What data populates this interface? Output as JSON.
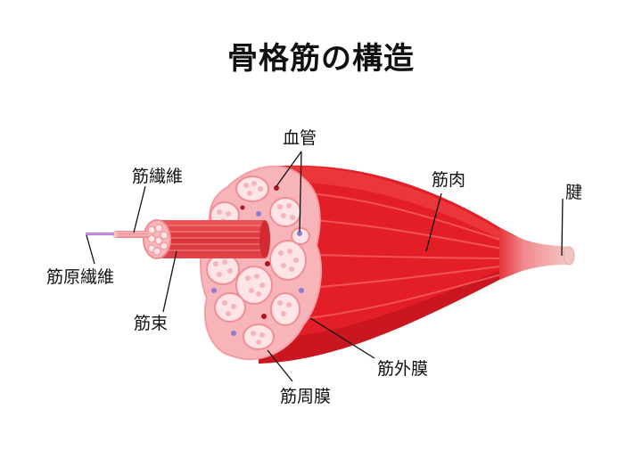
{
  "title": "骨格筋の構造",
  "labels": {
    "blood_vessel": "血管",
    "myofibril": "筋繊維",
    "muscle_fiber": "筋原繊維",
    "muscle_bundle": "筋束",
    "muscle": "筋肉",
    "tendon": "腱",
    "epimysium": "筋外膜",
    "perimysium": "筋周膜"
  },
  "colors": {
    "muscle_red": "#e41e26",
    "muscle_dark": "#c8141c",
    "muscle_light": "#f04b4b",
    "tendon": "#f3c3c1",
    "cross_section": "#f7b5b9",
    "fascicle": "#fbe1e3",
    "blood_dot": "#b0121a",
    "vein_dot": "#8e7bd8"
  }
}
